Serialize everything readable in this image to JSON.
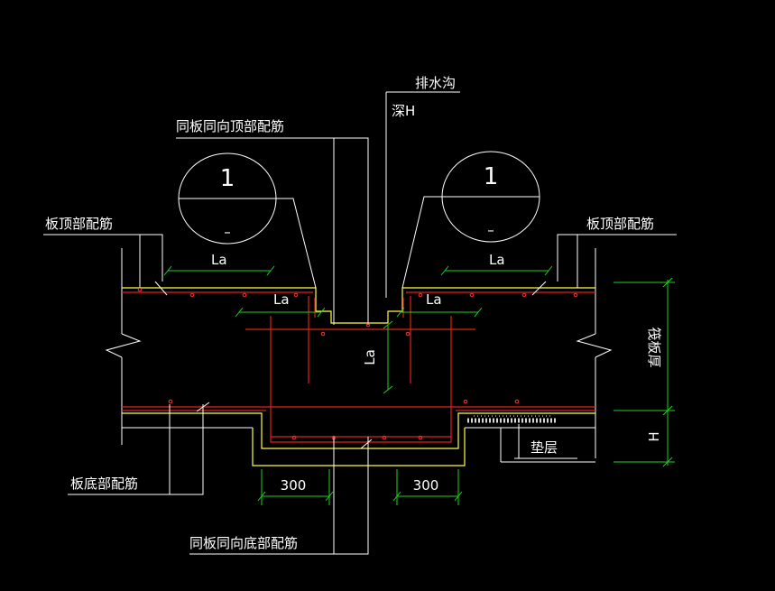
{
  "labels": {
    "drain_title": "排水沟",
    "drain_depth": "深H",
    "top_rebar_same": "同板同向顶部配筋",
    "slab_top_left": "板顶部配筋",
    "slab_top_right": "板顶部配筋",
    "slab_bottom": "板底部配筋",
    "bottom_rebar_same": "同板同向底部配筋",
    "cushion": "垫层",
    "raft_thickness": "筏板厚",
    "depth_h": "H"
  },
  "detail_marks": {
    "left": {
      "number": "1",
      "sheet": "–"
    },
    "right": {
      "number": "1",
      "sheet": "–"
    }
  },
  "dimensions": {
    "la_top_left": "La",
    "la_top_right": "La",
    "la_inner_left": "La",
    "la_inner_right": "La",
    "la_vertical": "La",
    "width_left": "300",
    "width_right": "300"
  },
  "colors": {
    "background": "#000000",
    "lines": "#ffffff",
    "rebar": "#e0201c",
    "concrete_outline": "#ffff40",
    "dimension": "#20d020"
  }
}
